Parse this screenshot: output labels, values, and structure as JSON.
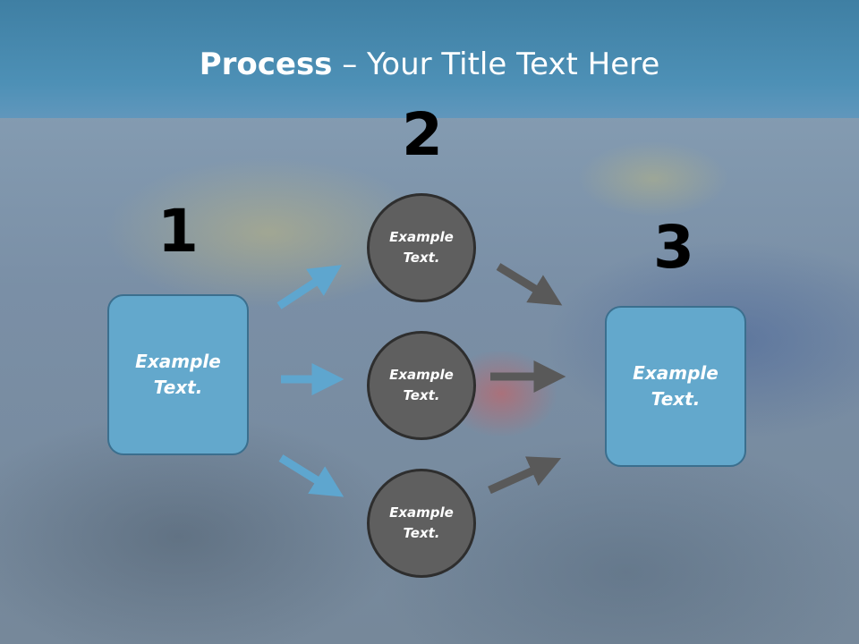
{
  "title": {
    "bold": "Process",
    "rest": " – Your Title Text Here"
  },
  "steps": [
    {
      "number": "1",
      "text": "Example Text."
    },
    {
      "number": "2",
      "items": [
        "Example Text.",
        "Example Text.",
        "Example Text."
      ]
    },
    {
      "number": "3",
      "text": "Example Text."
    }
  ],
  "colors": {
    "box": "#63a8cc",
    "circle": "#5f5f5f",
    "arrow_blue": "#5ea6cf",
    "arrow_gray": "#595959",
    "header": "#4d90b6"
  }
}
